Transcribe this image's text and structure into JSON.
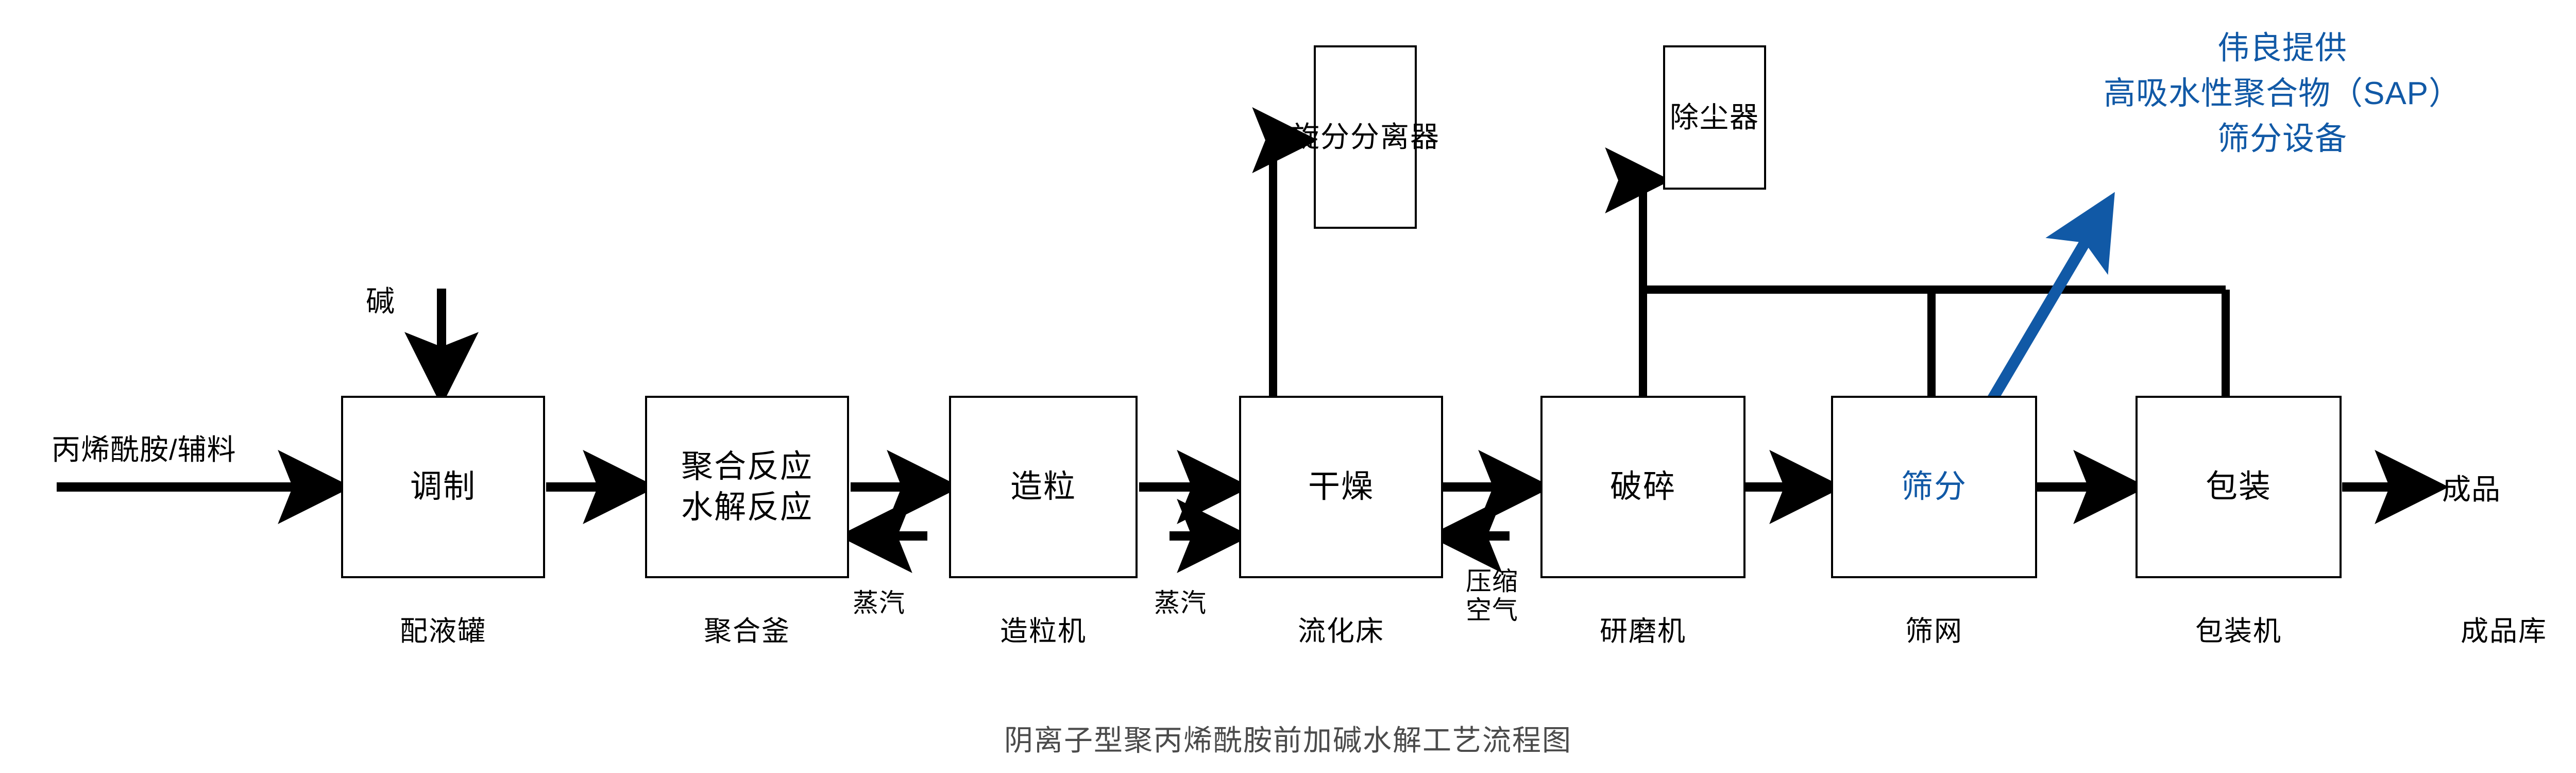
{
  "diagram": {
    "caption": "阴离子型聚丙烯酰胺前加碱水解工艺流程图",
    "colors": {
      "line": "#000000",
      "accent_blue": "#1159A6",
      "caption_gray": "#4b4b4b",
      "background": "#ffffff"
    }
  },
  "process_boxes": [
    {
      "id": "blending",
      "title_line1": "调制",
      "title_line2": "",
      "equipment": "配液罐",
      "highlight": false
    },
    {
      "id": "polymerization",
      "title_line1": "聚合反应",
      "title_line2": "水解反应",
      "equipment": "聚合釜",
      "highlight": false
    },
    {
      "id": "granulation",
      "title_line1": "造粒",
      "title_line2": "",
      "equipment": "造粒机",
      "highlight": false
    },
    {
      "id": "drying",
      "title_line1": "干燥",
      "title_line2": "",
      "equipment": "流化床",
      "highlight": false
    },
    {
      "id": "crushing",
      "title_line1": "破碎",
      "title_line2": "",
      "equipment": "研磨机",
      "highlight": false
    },
    {
      "id": "screening",
      "title_line1": "筛分",
      "title_line2": "",
      "equipment": "筛网",
      "highlight": true
    },
    {
      "id": "packaging",
      "title_line1": "包装",
      "title_line2": "",
      "equipment": "包装机",
      "highlight": false
    }
  ],
  "aux_boxes": [
    {
      "id": "cyclone",
      "title": "旋分分离器"
    },
    {
      "id": "dust-collector",
      "title": "除尘器"
    }
  ],
  "stream_labels": {
    "feed": "丙烯酰胺/辅料",
    "alkali": "碱",
    "steam_polymer": "蒸汽",
    "steam_dryer": "蒸汽",
    "compressed_air_line1": "压缩",
    "compressed_air_line2": "空气",
    "product": "成品",
    "product_warehouse": "成品库"
  },
  "annotation": {
    "line1": "伟良提供",
    "line2": "高吸水性聚合物（SAP）",
    "line3": "筛分设备"
  }
}
